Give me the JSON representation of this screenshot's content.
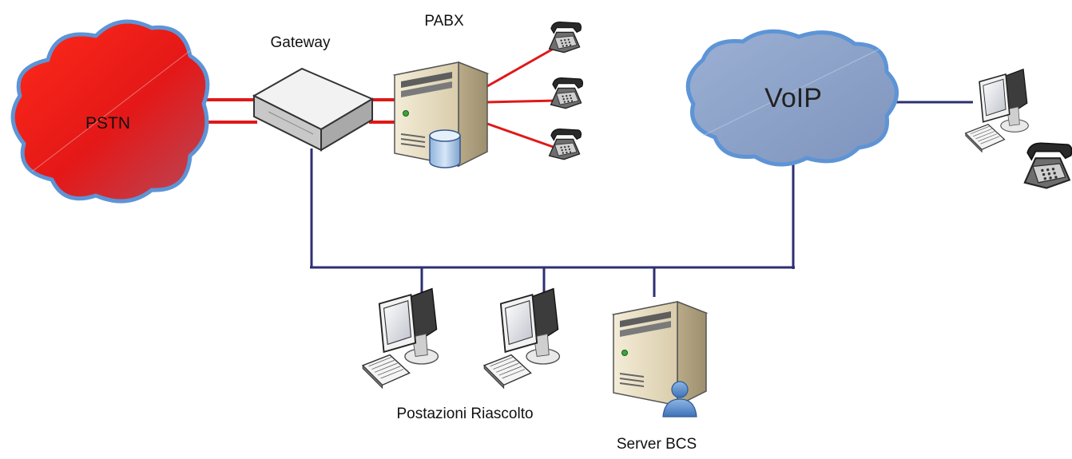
{
  "diagram": {
    "labels": {
      "pstn": "PSTN",
      "gateway": "Gateway",
      "pabx": "PABX",
      "voip": "VoIP",
      "workstations": "Postazioni Riascolto",
      "server": "Server BCS"
    },
    "colors": {
      "pstn_cloud": "#e01818",
      "voip_cloud": "#8da3c8",
      "cloud_outline": "#5d94d6",
      "analog_link": "#e01818",
      "ip_link": "#2e2f72"
    },
    "icons": {
      "phones": [
        "telephone-icon",
        "telephone-icon",
        "telephone-icon",
        "telephone-icon"
      ],
      "computers": [
        "desktop-computer-icon",
        "desktop-computer-icon",
        "desktop-computer-icon"
      ],
      "servers": [
        "server-tower-icon",
        "server-tower-icon"
      ],
      "gateway": "gateway-box-icon",
      "database": "database-icon",
      "user": "user-icon"
    }
  }
}
